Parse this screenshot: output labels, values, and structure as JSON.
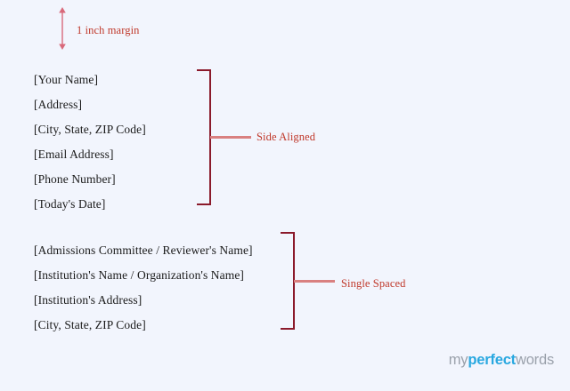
{
  "page": {
    "background_color": "#f2f5fd",
    "accent_red": "#c0392b",
    "bracket_color": "#8b1a2b",
    "tick_color": "#d98080",
    "text_color": "#1b1b1b"
  },
  "margin_annotation": {
    "label": "1 inch margin",
    "arrow_icon": "double-headed-vertical-arrow"
  },
  "sender_block": {
    "lines": [
      "[Your Name]",
      "[Address]",
      "[City, State, ZIP Code]",
      "[Email Address]",
      "[Phone Number]",
      "[Today's Date]"
    ],
    "annotation": "Side Aligned"
  },
  "recipient_block": {
    "lines": [
      "[Admissions Committee / Reviewer's Name]",
      "[Institution's Name / Organization's Name]",
      "[Institution's Address]",
      "[City, State, ZIP Code]"
    ],
    "annotation": "Single Spaced"
  },
  "logo": {
    "part_one": "my",
    "part_two": "perfect",
    "part_three": "words",
    "accent_color": "#29a8e0",
    "muted_color": "#9aa1ab"
  }
}
